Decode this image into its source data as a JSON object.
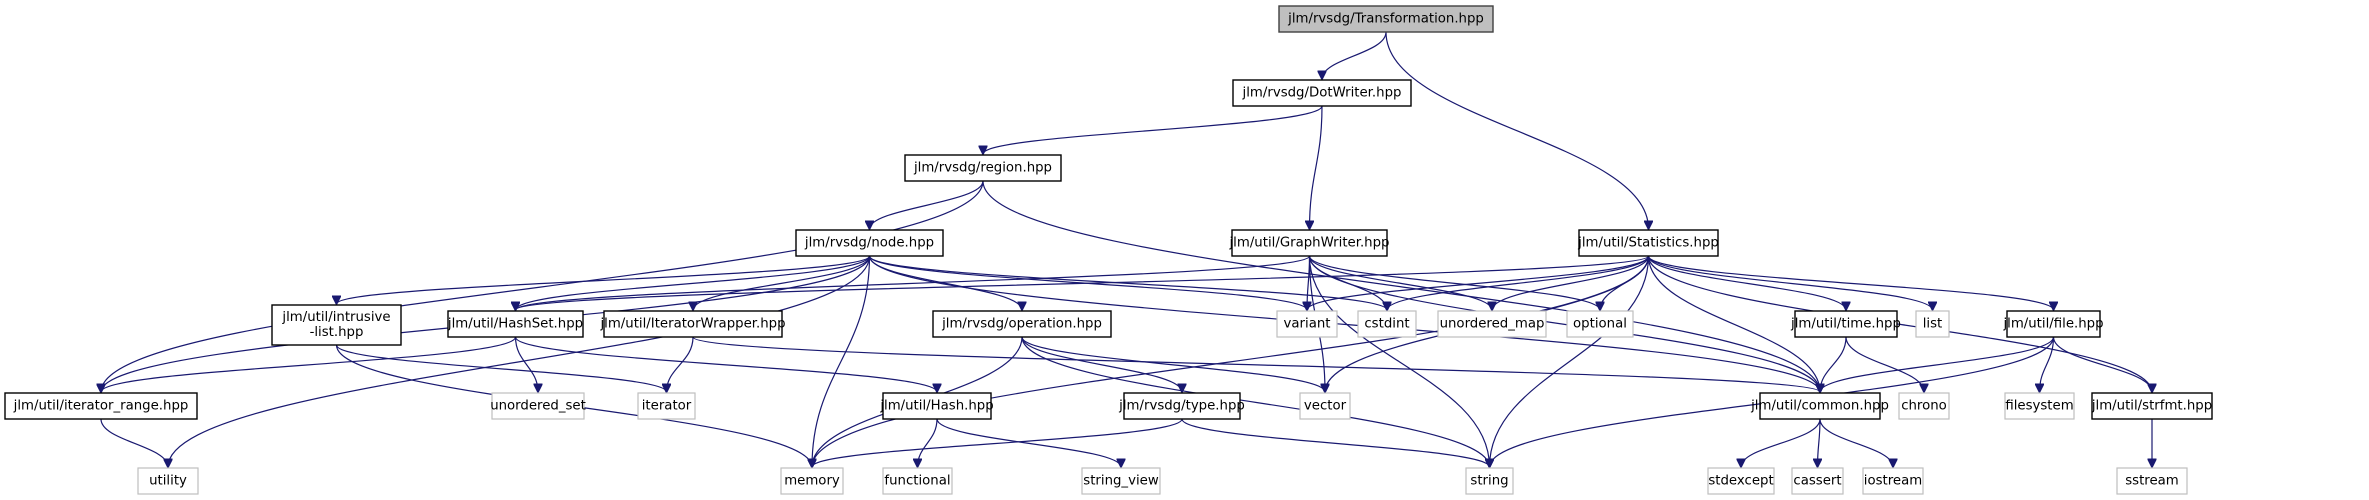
{
  "diagram": {
    "title": "jlm/rvsdg/Transformation.hpp",
    "colors": {
      "edge": "#191970",
      "root_fill": "#bfbfbf",
      "project_border": "#000000",
      "system_border": "#bfbfbf"
    },
    "nodes": [
      {
        "id": "transformation",
        "label": "jlm/rvsdg/Transformation.hpp",
        "kind": "root"
      },
      {
        "id": "dotwriter",
        "label": "jlm/rvsdg/DotWriter.hpp",
        "kind": "project"
      },
      {
        "id": "region",
        "label": "jlm/rvsdg/region.hpp",
        "kind": "project"
      },
      {
        "id": "node",
        "label": "jlm/rvsdg/node.hpp",
        "kind": "project"
      },
      {
        "id": "graphwriter",
        "label": "jlm/util/GraphWriter.hpp",
        "kind": "project"
      },
      {
        "id": "statistics",
        "label": "jlm/util/Statistics.hpp",
        "kind": "project"
      },
      {
        "id": "intrusive",
        "label": "jlm/util/intrusive\n-list.hpp",
        "lines": [
          "jlm/util/intrusive",
          "-list.hpp"
        ],
        "kind": "project"
      },
      {
        "id": "hashset",
        "label": "jlm/util/HashSet.hpp",
        "kind": "project"
      },
      {
        "id": "iterwrapper",
        "label": "jlm/util/IteratorWrapper.hpp",
        "kind": "project"
      },
      {
        "id": "operation",
        "label": "jlm/rvsdg/operation.hpp",
        "kind": "project"
      },
      {
        "id": "variant",
        "label": "variant",
        "kind": "system"
      },
      {
        "id": "cstdint",
        "label": "cstdint",
        "kind": "system"
      },
      {
        "id": "unordered_map",
        "label": "unordered_map",
        "kind": "system"
      },
      {
        "id": "optional",
        "label": "optional",
        "kind": "system"
      },
      {
        "id": "time",
        "label": "jlm/util/time.hpp",
        "kind": "project"
      },
      {
        "id": "list",
        "label": "list",
        "kind": "system"
      },
      {
        "id": "file",
        "label": "jlm/util/file.hpp",
        "kind": "project"
      },
      {
        "id": "iterrange",
        "label": "jlm/util/iterator_range.hpp",
        "kind": "project"
      },
      {
        "id": "unordered_set",
        "label": "unordered_set",
        "kind": "system"
      },
      {
        "id": "iterator",
        "label": "iterator",
        "kind": "system"
      },
      {
        "id": "hash",
        "label": "jlm/util/Hash.hpp",
        "kind": "project"
      },
      {
        "id": "type",
        "label": "jlm/rvsdg/type.hpp",
        "kind": "project"
      },
      {
        "id": "vector",
        "label": "vector",
        "kind": "system"
      },
      {
        "id": "common",
        "label": "jlm/util/common.hpp",
        "kind": "project"
      },
      {
        "id": "chrono",
        "label": "chrono",
        "kind": "system"
      },
      {
        "id": "filesystem",
        "label": "filesystem",
        "kind": "system"
      },
      {
        "id": "strfmt",
        "label": "jlm/util/strfmt.hpp",
        "kind": "project"
      },
      {
        "id": "utility",
        "label": "utility",
        "kind": "system"
      },
      {
        "id": "memory",
        "label": "memory",
        "kind": "system"
      },
      {
        "id": "functional",
        "label": "functional",
        "kind": "system"
      },
      {
        "id": "string_view",
        "label": "string_view",
        "kind": "system"
      },
      {
        "id": "string",
        "label": "string",
        "kind": "system"
      },
      {
        "id": "stdexcept",
        "label": "stdexcept",
        "kind": "system"
      },
      {
        "id": "cassert",
        "label": "cassert",
        "kind": "system"
      },
      {
        "id": "iostream",
        "label": "iostream",
        "kind": "system"
      },
      {
        "id": "sstream",
        "label": "sstream",
        "kind": "system"
      }
    ],
    "edges": [
      [
        "transformation",
        "dotwriter"
      ],
      [
        "transformation",
        "statistics"
      ],
      [
        "dotwriter",
        "region"
      ],
      [
        "dotwriter",
        "graphwriter"
      ],
      [
        "region",
        "node"
      ],
      [
        "region",
        "iterrange"
      ],
      [
        "region",
        "common"
      ],
      [
        "node",
        "intrusive"
      ],
      [
        "node",
        "hashset"
      ],
      [
        "node",
        "iterwrapper"
      ],
      [
        "node",
        "operation"
      ],
      [
        "node",
        "variant"
      ],
      [
        "node",
        "cstdint"
      ],
      [
        "node",
        "iterrange"
      ],
      [
        "node",
        "utility"
      ],
      [
        "node",
        "memory"
      ],
      [
        "node",
        "common"
      ],
      [
        "graphwriter",
        "hashset"
      ],
      [
        "graphwriter",
        "variant"
      ],
      [
        "graphwriter",
        "cstdint"
      ],
      [
        "graphwriter",
        "unordered_map"
      ],
      [
        "graphwriter",
        "optional"
      ],
      [
        "graphwriter",
        "vector"
      ],
      [
        "graphwriter",
        "common"
      ],
      [
        "graphwriter",
        "string"
      ],
      [
        "statistics",
        "hashset"
      ],
      [
        "statistics",
        "variant"
      ],
      [
        "statistics",
        "cstdint"
      ],
      [
        "statistics",
        "unordered_map"
      ],
      [
        "statistics",
        "optional"
      ],
      [
        "statistics",
        "time"
      ],
      [
        "statistics",
        "list"
      ],
      [
        "statistics",
        "file"
      ],
      [
        "statistics",
        "memory"
      ],
      [
        "statistics",
        "vector"
      ],
      [
        "statistics",
        "string"
      ],
      [
        "statistics",
        "common"
      ],
      [
        "statistics",
        "strfmt"
      ],
      [
        "intrusive",
        "iterator"
      ],
      [
        "intrusive",
        "memory"
      ],
      [
        "hashset",
        "iterrange"
      ],
      [
        "hashset",
        "unordered_set"
      ],
      [
        "hashset",
        "hash"
      ],
      [
        "iterwrapper",
        "iterator"
      ],
      [
        "iterwrapper",
        "common"
      ],
      [
        "operation",
        "type"
      ],
      [
        "operation",
        "memory"
      ],
      [
        "operation",
        "vector"
      ],
      [
        "operation",
        "string"
      ],
      [
        "iterrange",
        "utility"
      ],
      [
        "hash",
        "functional"
      ],
      [
        "hash",
        "string_view"
      ],
      [
        "type",
        "memory"
      ],
      [
        "type",
        "string"
      ],
      [
        "time",
        "common"
      ],
      [
        "time",
        "chrono"
      ],
      [
        "file",
        "common"
      ],
      [
        "file",
        "filesystem"
      ],
      [
        "file",
        "strfmt"
      ],
      [
        "file",
        "string"
      ],
      [
        "common",
        "stdexcept"
      ],
      [
        "common",
        "cassert"
      ],
      [
        "common",
        "iostream"
      ],
      [
        "strfmt",
        "sstream"
      ]
    ]
  }
}
